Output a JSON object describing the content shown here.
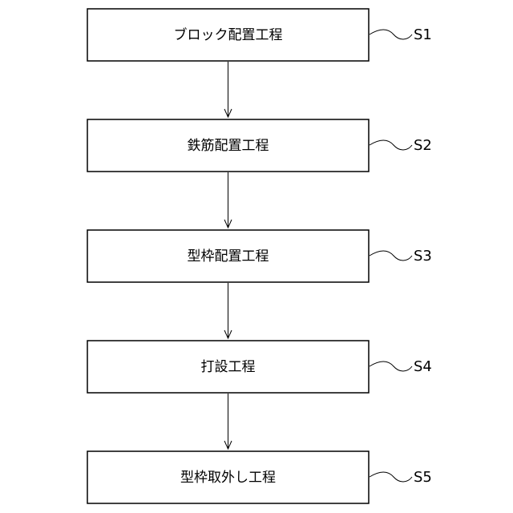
{
  "steps": [
    {
      "label": "ブロック配置工程",
      "code": "S1"
    },
    {
      "label": "鉄筋配置工程",
      "code": "S2"
    },
    {
      "label": "型枠配置工程",
      "code": "S3"
    },
    {
      "label": "打設工程",
      "code": "S4"
    },
    {
      "label": "型枠取外し工程",
      "code": "S5"
    }
  ]
}
